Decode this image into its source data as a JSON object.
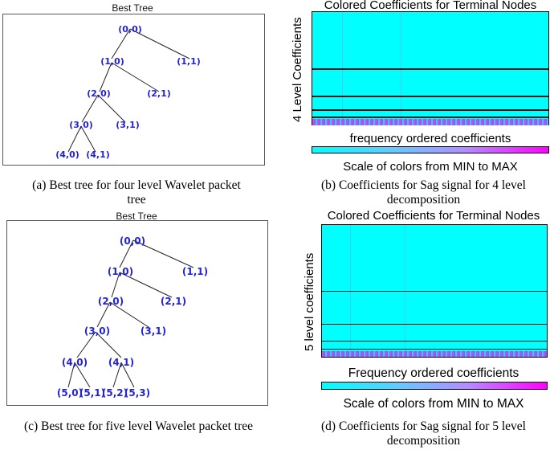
{
  "panel_a": {
    "title": "Best Tree",
    "nodes": [
      "(0,0)",
      "(1,0)",
      "(1,1)",
      "(2,0)",
      "(2,1)",
      "(3,0)",
      "(3,1)",
      "(4,0)",
      "(4,1)"
    ],
    "caption_line1": "(a)  Best tree for four level Wavelet packet",
    "caption_line2": "tree"
  },
  "panel_b": {
    "title": "Colored Coefficients for Terminal Nodes",
    "ylabel": "4 Level Coefficients",
    "xlabel": "frequency ordered coefficients",
    "scale_label": "Scale of colors from MIN to MAX",
    "caption_line1": "(b)  Coefficients for Sag signal for 4 level",
    "caption_line2": "decomposition"
  },
  "panel_c": {
    "title": "Best Tree",
    "nodes": [
      "(0,0)",
      "(1,0)",
      "(1,1)",
      "(2,0)",
      "(2,1)",
      "(3,0)",
      "(3,1)",
      "(4,0)",
      "(4,1)",
      "(5,0)",
      "(5,1)",
      "(5,2)",
      "(5,3)"
    ],
    "caption": "(c)  Best tree for five level Wavelet packet tree"
  },
  "panel_d": {
    "title": "Colored Coefficients for Terminal Nodes",
    "ylabel": "5 level coefficients",
    "xlabel": "Frequency ordered coefficients",
    "scale_label": "Scale of colors from MIN to MAX",
    "caption_line1": "(d)  Coefficients for Sag signal for 5 level",
    "caption_line2": "decomposition"
  },
  "colors": {
    "node_text": "#2323d6",
    "heatmap_base": "#00ffff",
    "scale_min": "#00ffff",
    "scale_max": "#ff00ff"
  }
}
